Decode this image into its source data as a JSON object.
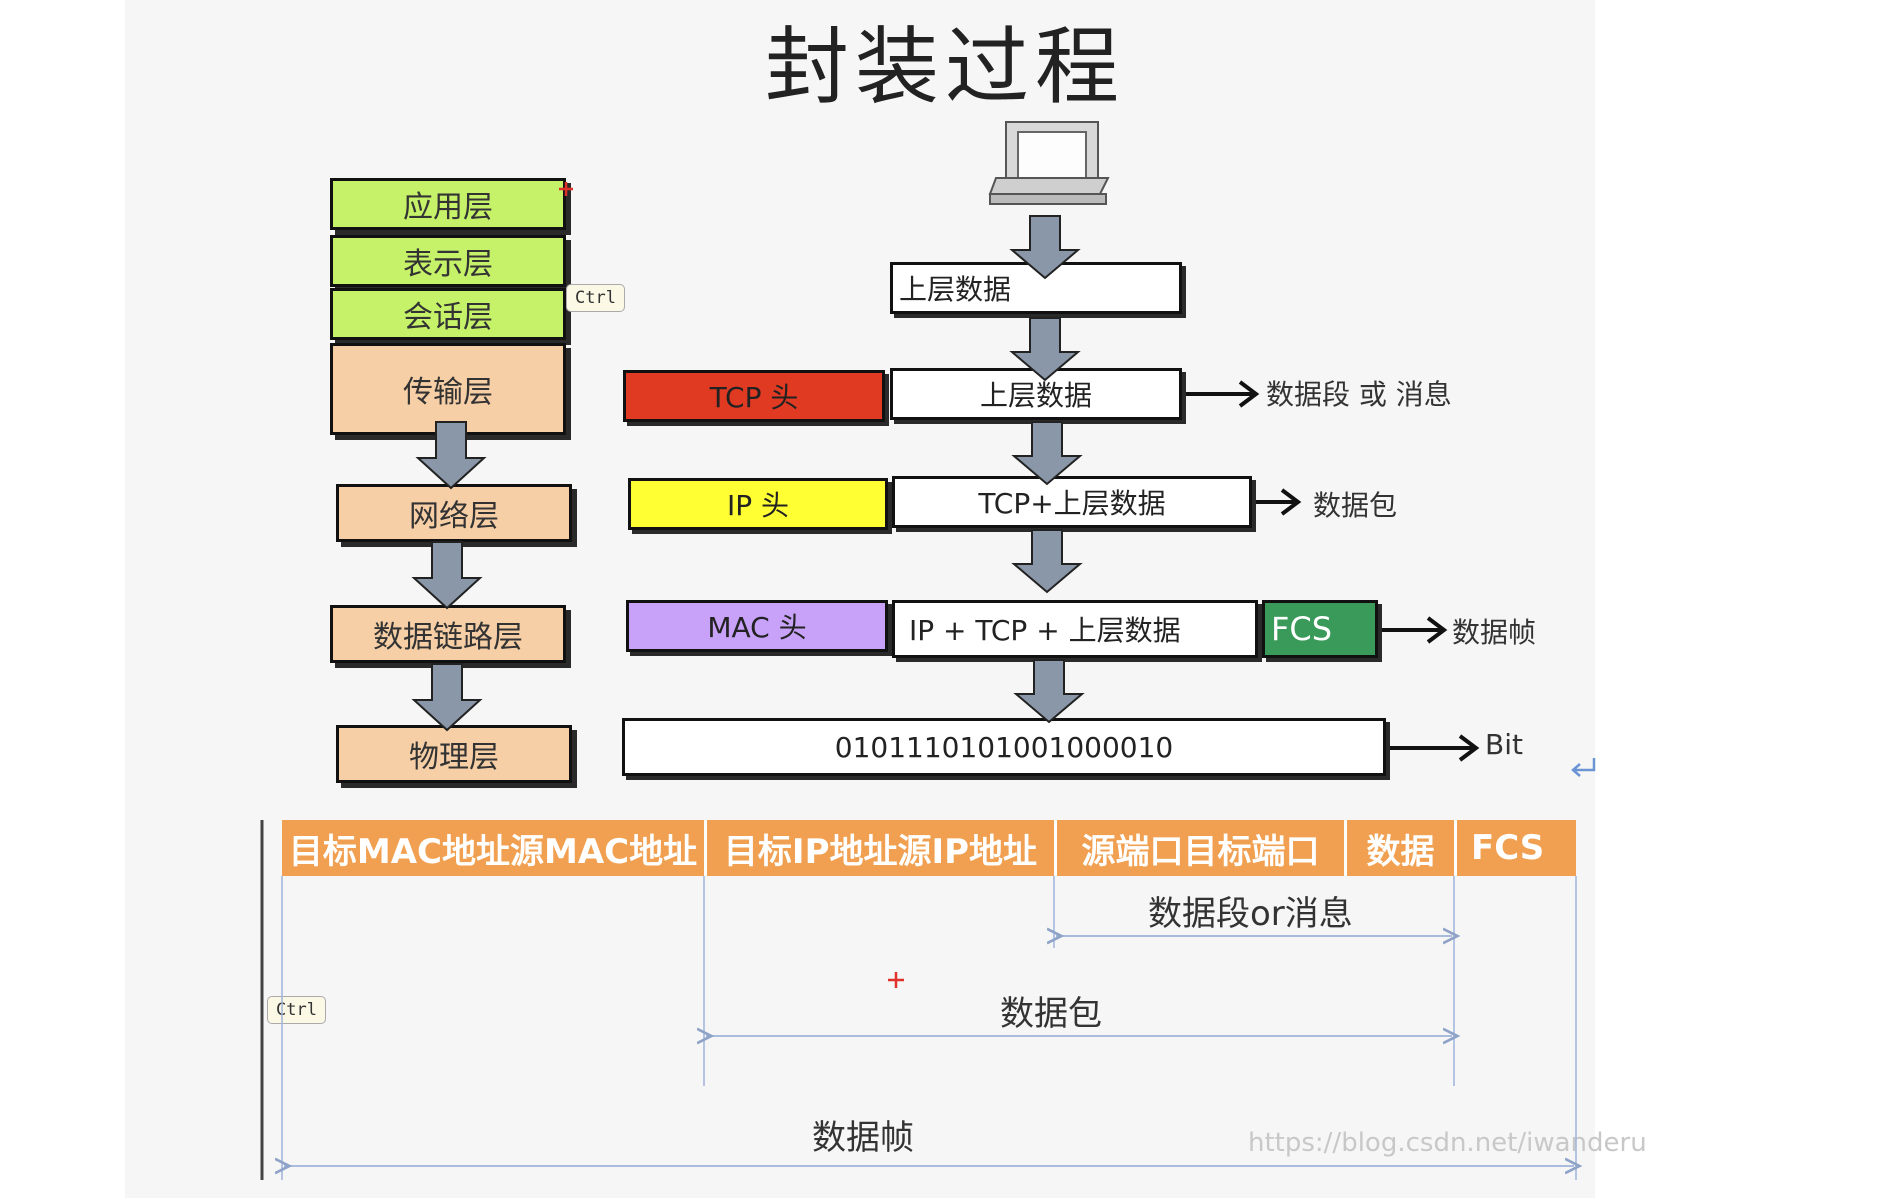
{
  "title": "封装过程",
  "layers": [
    "应用层",
    "表示层",
    "会话层",
    "传输层",
    "网络层",
    "数据链路层",
    "物理层"
  ],
  "upper_data_label": "上层数据",
  "rows": {
    "transport": {
      "header": "TCP 头",
      "data": "上层数据",
      "result": "数据段 或 消息",
      "header_color": "#e03a22"
    },
    "network": {
      "header": "IP 头",
      "data": "TCP+上层数据",
      "result": "数据包",
      "header_color": "#ffff33"
    },
    "link": {
      "header": "MAC 头",
      "data": "IP + TCP + 上层数据",
      "trailer": "FCS",
      "result": "数据帧",
      "header_color": "#c8a2f8",
      "trailer_color": "#3a9a5a"
    },
    "physical": {
      "bits": "0101110101001000010",
      "result": "Bit"
    }
  },
  "frame_fields": [
    "目标MAC地址源MAC地址",
    "目标IP地址源IP地址",
    "源端口目标端口",
    "数据",
    "FCS"
  ],
  "spans": {
    "segment": "数据段or消息",
    "packet": "数据包",
    "frame": "数据帧"
  },
  "ctrl_label": "Ctrl",
  "watermark": "https://blog.csdn.net/iwanderu",
  "colors": {
    "green_layer": "#c6f26a",
    "tan_layer": "#f7cfa6",
    "frame_header": "#f0a050",
    "arrow": "#8a97a8"
  },
  "icons": [
    "computer-icon",
    "down-arrow-icon",
    "right-arrow-icon",
    "return-icon"
  ]
}
